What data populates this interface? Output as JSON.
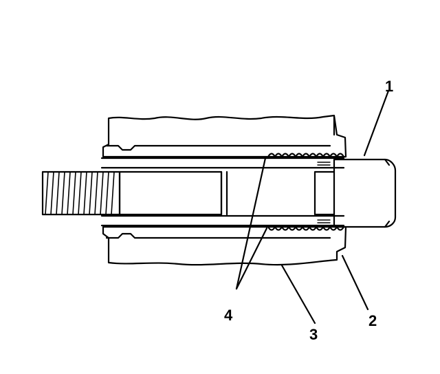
{
  "colors": {
    "ink": "#000000",
    "paper": "#ffffff"
  },
  "callouts": [
    {
      "id": "1",
      "text": "1"
    },
    {
      "id": "2",
      "text": "2"
    },
    {
      "id": "3",
      "text": "3"
    },
    {
      "id": "4",
      "text": "4"
    }
  ]
}
